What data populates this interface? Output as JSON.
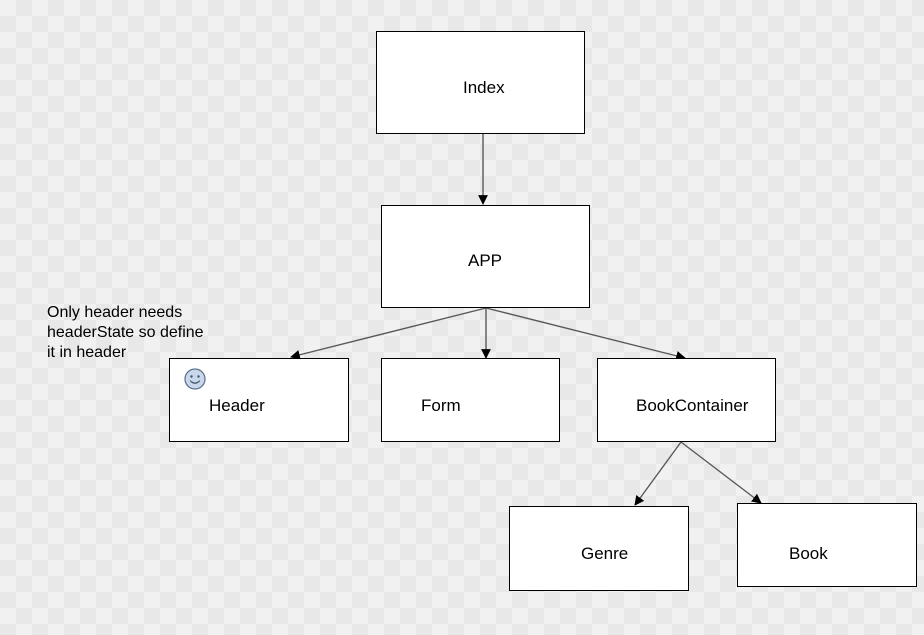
{
  "diagram": {
    "nodes": {
      "index": {
        "label": "Index"
      },
      "app": {
        "label": "APP"
      },
      "header": {
        "label": "Header",
        "badge_icon": "smiley-face-icon"
      },
      "form": {
        "label": "Form"
      },
      "book_container": {
        "label": "BookContainer"
      },
      "genre": {
        "label": "Genre"
      },
      "book": {
        "label": "Book"
      }
    },
    "edges": [
      {
        "from": "Index",
        "to": "APP"
      },
      {
        "from": "APP",
        "to": "Header"
      },
      {
        "from": "APP",
        "to": "Form"
      },
      {
        "from": "APP",
        "to": "BookContainer"
      },
      {
        "from": "BookContainer",
        "to": "Genre"
      },
      {
        "from": "BookContainer",
        "to": "Book"
      }
    ],
    "annotation": {
      "lines": [
        "Only header needs",
        "headerState so define",
        "it in header"
      ]
    },
    "colors": {
      "node_border": "#000000",
      "node_fill": "#ffffff",
      "edge": "#595959",
      "smiley_fill": "#c9d7ea",
      "smiley_stroke": "#5b6f8c"
    }
  }
}
